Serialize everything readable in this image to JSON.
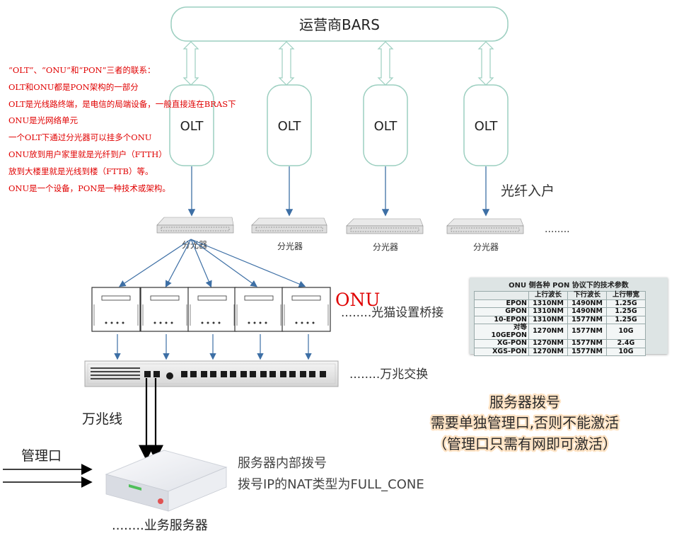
{
  "bras": {
    "label": "运营商BARS"
  },
  "olts": [
    {
      "label": "OLT"
    },
    {
      "label": "OLT"
    },
    {
      "label": "OLT"
    },
    {
      "label": "OLT"
    }
  ],
  "splitters": [
    {
      "label": "分光器"
    },
    {
      "label": "分光器"
    },
    {
      "label": "分光器"
    },
    {
      "label": "分光器"
    }
  ],
  "fiber_label": "光纤入户",
  "splitter_more": "........",
  "onu": {
    "tag": "ONU",
    "caption": "........光猫设置桥接"
  },
  "switch_caption": "........万兆交换",
  "cable_label": "万兆线",
  "mgmt_port_label": "管理口",
  "server": {
    "caption": "........业务服务器",
    "note_line1": "服务器内部拨号",
    "note_line2": "拨号IP的NAT类型为FULL_CONE"
  },
  "dialing_note": {
    "line1": "服务器拨号",
    "line2": "需要单独管理口,否则不能激活",
    "line3": "（管理口只需有网即可激活）"
  },
  "notes": [
    "“OLT”、“ONU”和“PON”三者的联系：",
    "OLT和ONU都是PON架构的一部分",
    "OLT是光线路终端，是电信的局端设备，一般直接连在BRAS下",
    "ONU是光网络单元",
    "一个OLT下通过分光器可以挂多个ONU",
    "ONU放到用户家里就是光纤到户（FTTH）",
    "放到大楼里就是光线到楼（FTTB）等。",
    "ONU是一个设备，PON是一种技术或架构。"
  ],
  "pon_table": {
    "title": "ONU 侧各种 PON 协议下的技术参数",
    "headers": [
      "",
      "上行波长",
      "下行波长",
      "上行带宽"
    ],
    "rows": [
      [
        "EPON",
        "1310NM",
        "1490NM",
        "1.25G"
      ],
      [
        "GPON",
        "1310NM",
        "1490NM",
        "1.25G"
      ],
      [
        "10-EPON",
        "1310NM",
        "1577NM",
        "1.25G"
      ],
      [
        "对等 10GEPON",
        "1270NM",
        "1577NM",
        "10G"
      ],
      [
        "XG-PON",
        "1270NM",
        "1577NM",
        "2.4G"
      ],
      [
        "XGS-PON",
        "1270NM",
        "1577NM",
        "10G"
      ]
    ]
  },
  "colors": {
    "bus_stroke": "#9ccfc0",
    "arrow_blue": "#3d6fa5",
    "notes_red": "#e00000",
    "onu_red": "#e00000"
  }
}
